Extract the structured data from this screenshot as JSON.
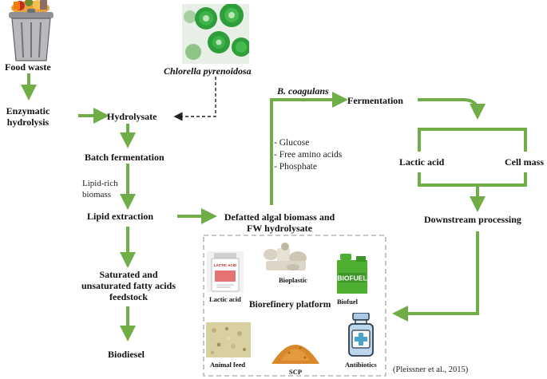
{
  "nodes": {
    "food_waste": "Food waste",
    "enzymatic_1": "Enzymatic",
    "enzymatic_2": "hydrolysis",
    "chlorella": "Chlorella pyrenoidosa",
    "hydrolysate": "Hydrolysate",
    "batch_fermentation": "Batch fermentation",
    "lipid_rich_1": "Lipid-rich",
    "lipid_rich_2": "biomass",
    "lipid_extraction": "Lipid extraction",
    "defatted_1": "Defatted algal biomass and",
    "defatted_2": "FW hydrolysate",
    "b_coagulans": "B. coagulans",
    "fermentation": "Fermentation",
    "lactic_acid": "Lactic acid",
    "cell_mass": "Cell mass",
    "downstream": "Downstream processing",
    "fatty_1": "Saturated and",
    "fatty_2": "unsaturated fatty acids",
    "fatty_3": "feedstock",
    "biodiesel": "Biodiesel"
  },
  "nutrients": [
    "- Glucose",
    "- Free amino acids",
    "- Phosphate"
  ],
  "biorefinery": {
    "title": "Biorefinery platform",
    "lactic_acid": "Lactic acid",
    "bioplastic": "Bioplastic",
    "biofuel": "Biofuel",
    "biofuel_can_text": "BIOFUEL",
    "lactic_bottle_text": "LACTIC ACID",
    "animal_feed": "Animal feed",
    "scp": "SCP",
    "antibiotics": "Antibiotics"
  },
  "citation": "(Pleissner et al., 2015)",
  "colors": {
    "arrow_green": "#70ad47",
    "algae_green": "#2e9e3a",
    "can_green": "#4caf32",
    "box_border": "#a6a6a6",
    "scp_orange": "#d9882a"
  }
}
